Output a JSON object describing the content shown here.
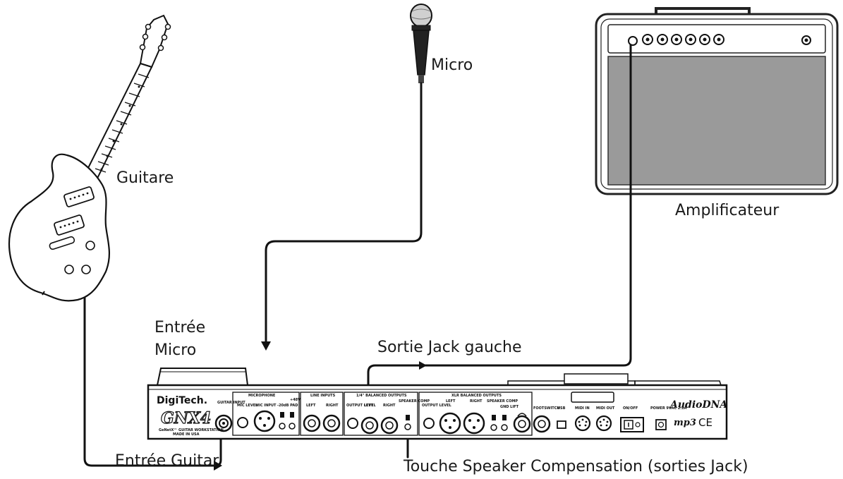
{
  "labels": {
    "micro": "Micro",
    "guitare": "Guitare",
    "amplificateur": "Amplificateur",
    "entree_micro_1": "Entrée",
    "entree_micro_2": "Micro",
    "sortie_jack": "Sortie Jack gauche",
    "entree_guitar": "Entrée Guitar",
    "touche_speaker": "Touche Speaker Compensation (sorties Jack)"
  },
  "device": {
    "brand": "DigiTech.",
    "model": "GNX4",
    "subtitle": "GeNetX™ GUITAR WORKSTATION",
    "made_in": "MADE IN USA",
    "logo_right": "AudioDNA",
    "logo_mp3": "mp3",
    "logo_ce": "CE",
    "sections": {
      "guitar_input": "GUITAR INPUT",
      "microphone": "MICROPHONE",
      "mic_level": "MIC LEVEL",
      "mic_input": "MIC INPUT",
      "pad": "-20dB PAD",
      "phantom": "+48V",
      "line_inputs": "LINE INPUTS",
      "left": "LEFT",
      "right": "RIGHT",
      "quarter_outputs": "1/4\" BALANCED OUTPUTS",
      "output_level": "OUTPUT LEVEL",
      "speaker_comp": "SPEAKER COMP",
      "xlr_outputs": "XLR BALANCED OUTPUTS",
      "gnd_lift": "GND LIFT",
      "footswitch": "FOOTSWITCH",
      "usb": "USB",
      "midi_in": "MIDI IN",
      "midi_out": "MIDI OUT",
      "on_off": "ON/OFF",
      "power": "POWER 9VAC 2.1A"
    }
  }
}
